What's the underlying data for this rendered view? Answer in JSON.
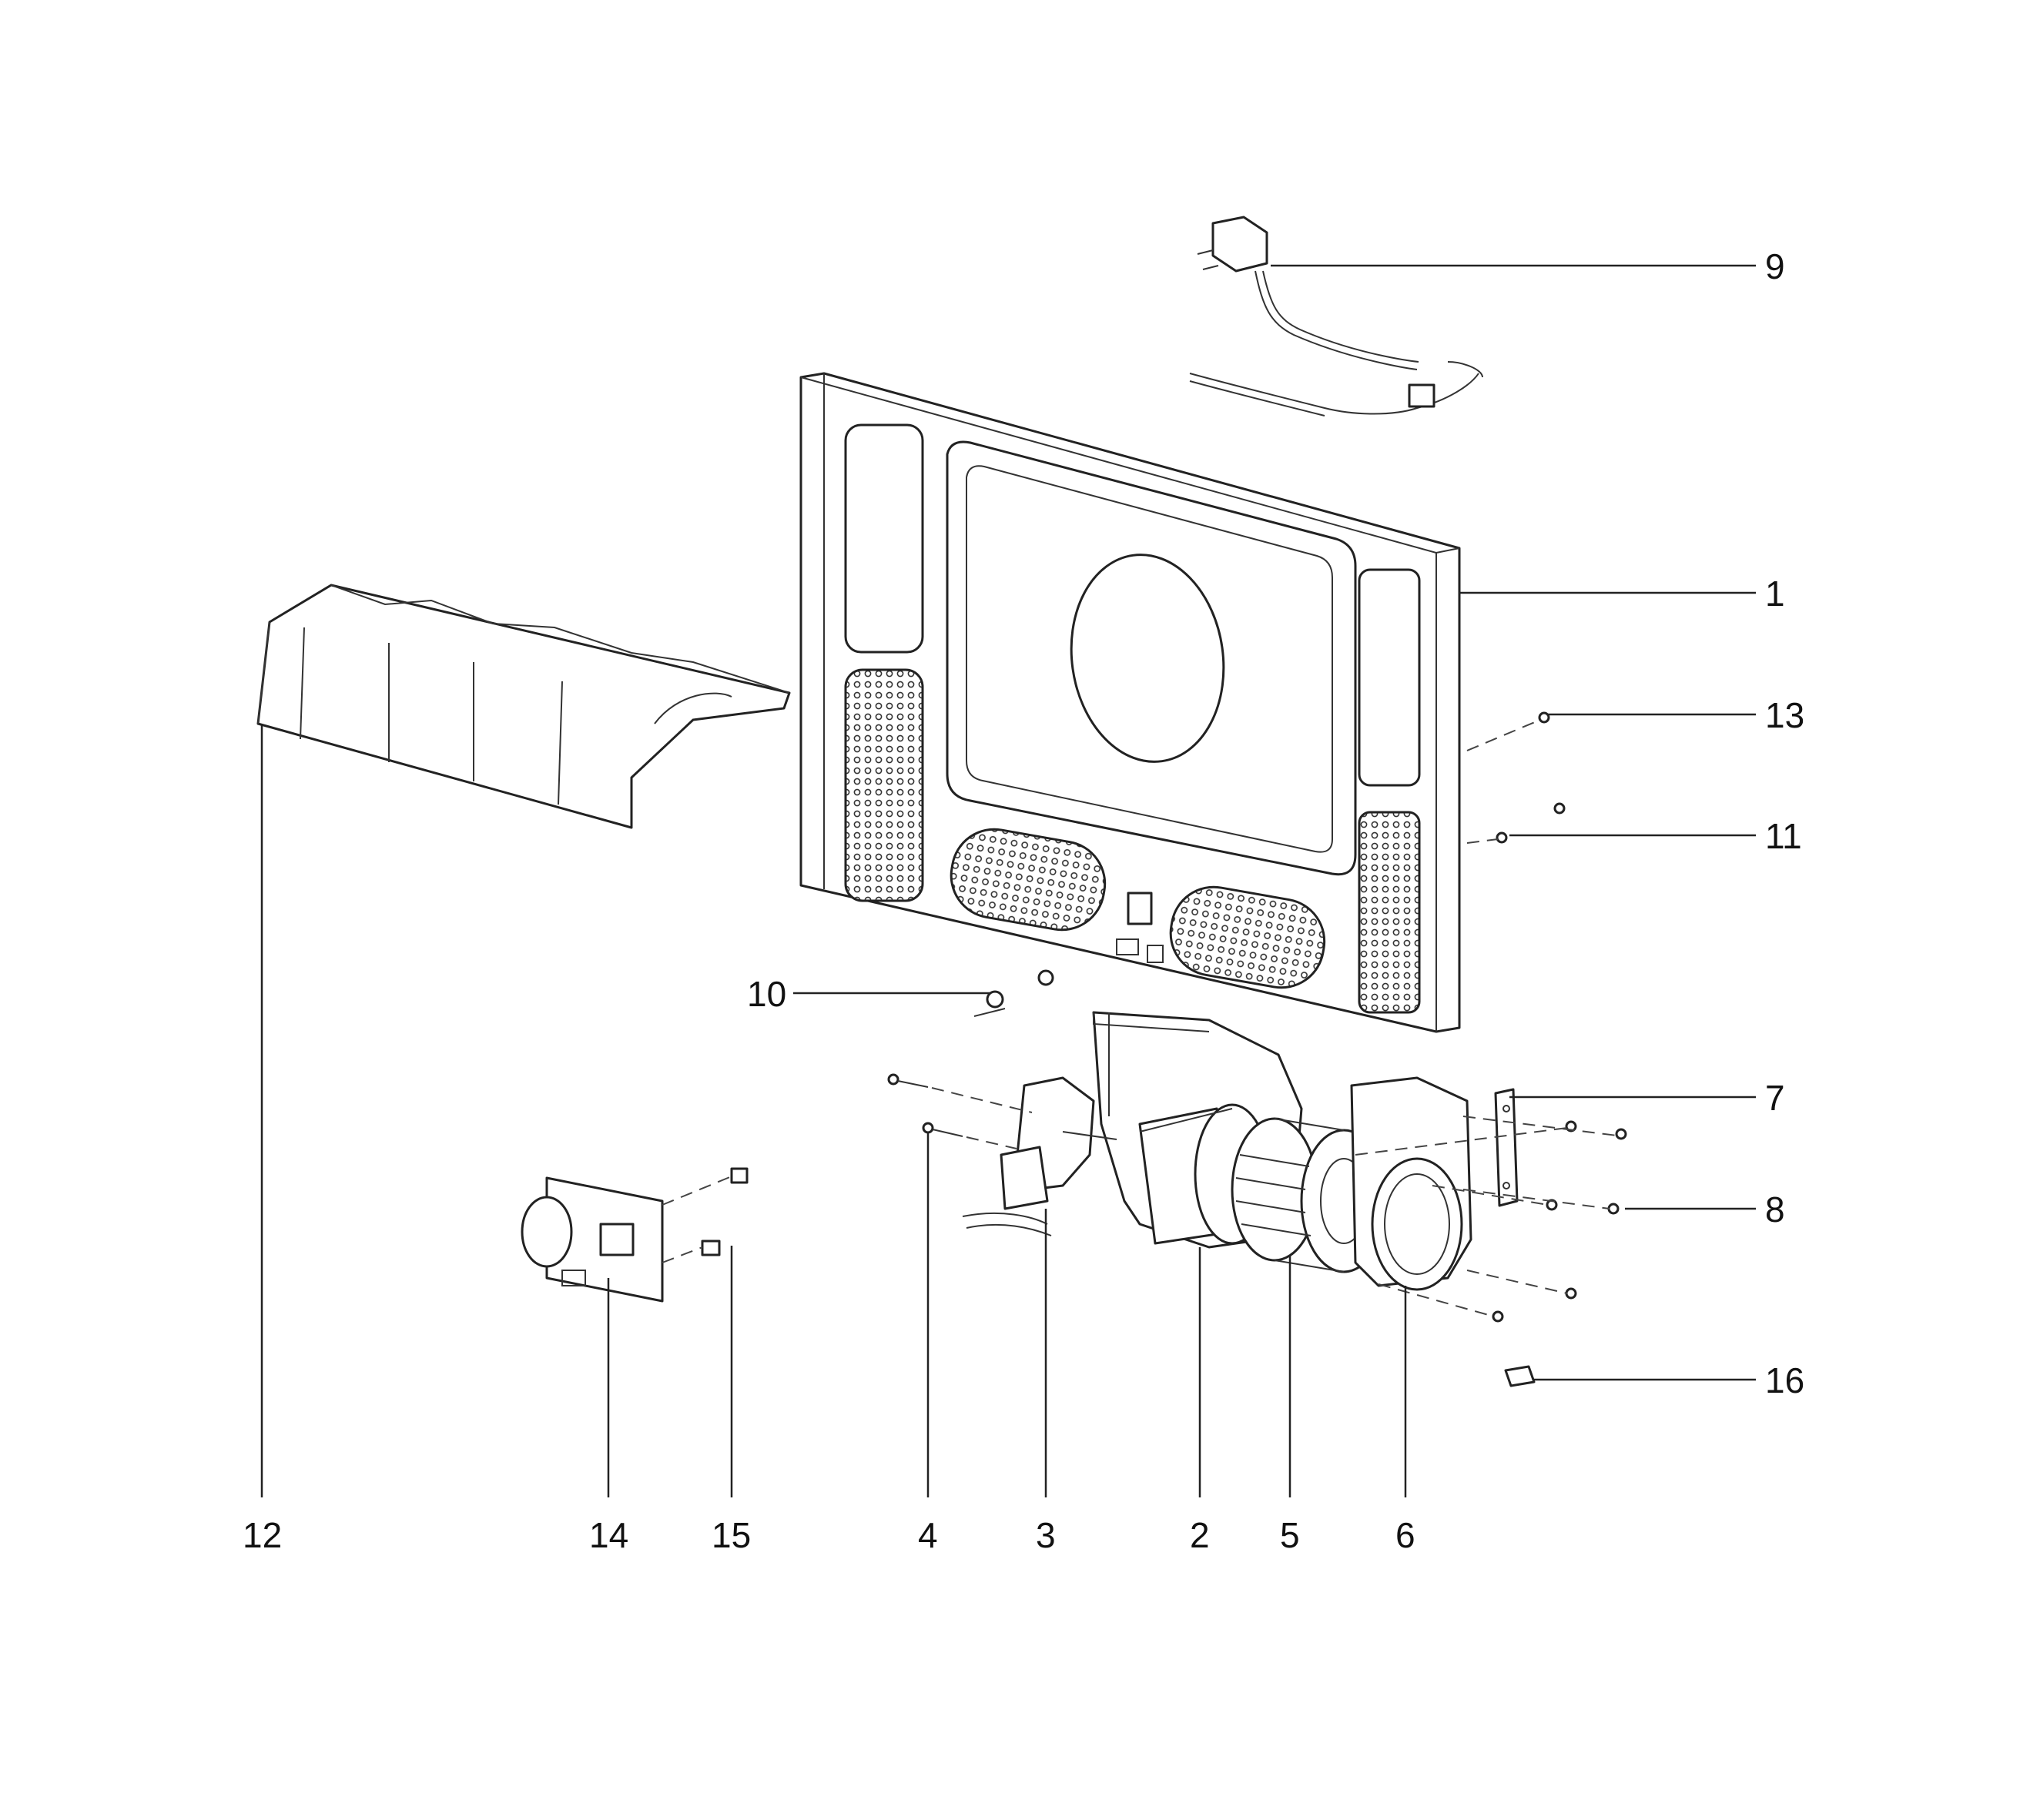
{
  "callouts": [
    {
      "id": "1"
    },
    {
      "id": "2"
    },
    {
      "id": "3"
    },
    {
      "id": "4"
    },
    {
      "id": "5"
    },
    {
      "id": "6"
    },
    {
      "id": "7"
    },
    {
      "id": "8"
    },
    {
      "id": "9"
    },
    {
      "id": "10"
    },
    {
      "id": "11"
    },
    {
      "id": "12"
    },
    {
      "id": "13"
    },
    {
      "id": "14"
    },
    {
      "id": "15"
    },
    {
      "id": "16"
    }
  ],
  "labels": {
    "c1": "1",
    "c2": "2",
    "c3": "3",
    "c4": "4",
    "c5": "5",
    "c6": "6",
    "c7": "7",
    "c8": "8",
    "c9": "9",
    "c10": "10",
    "c11": "11",
    "c12": "12",
    "c13": "13",
    "c14": "14",
    "c15": "15",
    "c16": "16"
  },
  "colors": {
    "line": "#222222",
    "background": "#ffffff"
  }
}
